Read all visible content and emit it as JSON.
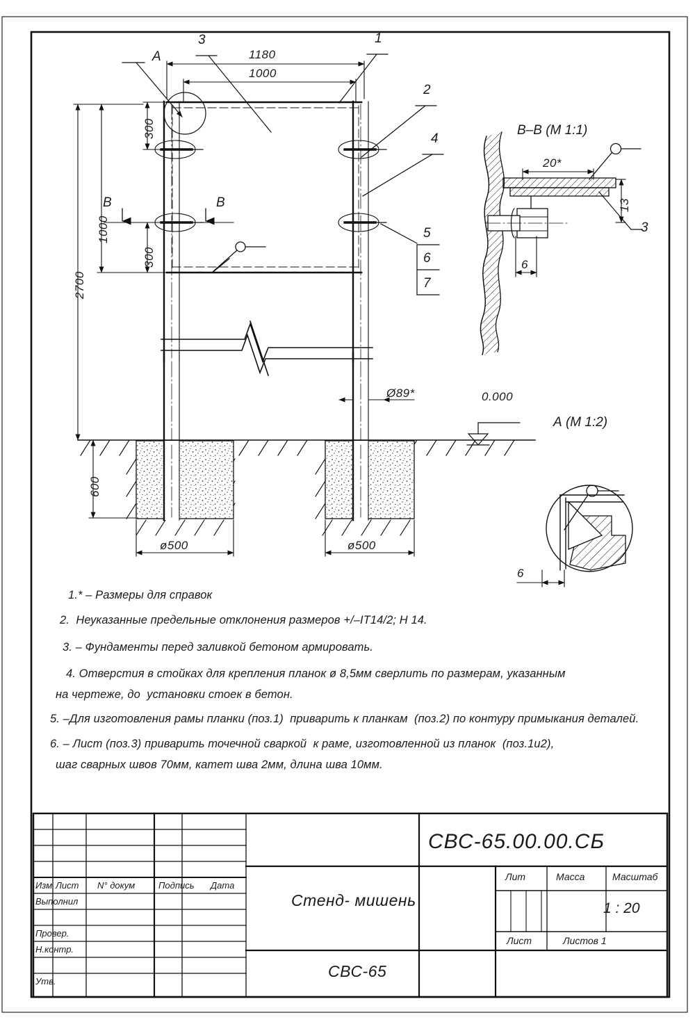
{
  "document": {
    "designation": "СВС-65.00.00.СБ",
    "title": "Стенд- мишень",
    "product_code": "СВС-65",
    "scale": "1 : 20",
    "sheets_total": "Листов 1"
  },
  "views": {
    "main": {
      "label": ""
    },
    "section_bb": {
      "label": "В–В (М 1:1)"
    },
    "detail_a": {
      "label": "А (М 1:2)"
    },
    "section_mark_left": "В",
    "section_mark_right": "В",
    "detail_mark_a": "А",
    "ground_level": "0.000"
  },
  "dimensions": {
    "width_outer": "1180",
    "width_inner": "1000",
    "height_total": "2700",
    "height_frame": "1000",
    "spacing_top": "300",
    "spacing_bottom": "300",
    "foundation_depth": "600",
    "foundation_dia_left": "ø500",
    "foundation_dia_right": "ø500",
    "post_dia": "Ø89*",
    "bb_len": "20*",
    "bb_height": "13",
    "bb_thick": "6",
    "detail_a_thick": "6"
  },
  "callouts": {
    "pos1": "1",
    "pos2": "2",
    "pos3": "3",
    "pos4": "4",
    "pos5": "5",
    "pos6": "6",
    "pos7": "7",
    "bb_pos3": "3"
  },
  "notes": [
    "1.* – Размеры для справок",
    "2.  Неуказанные предельные отклонения размеров +/–IT14/2; Н 14.",
    "3. – Фундаменты перед заливкой бетоном армировать.",
    "4. Отверстия в стойках для крепления планок ø 8,5мм сверлить по размерам, указанным",
    "на чертеже, до  установки стоек в бетон.",
    "5. –Для изготовления рамы планки (поз.1)  приварить к планкам  (поз.2) по контуру примыкания деталей.",
    "6. – Лист (поз.3) приварить точечной сваркой  к раме, изготовленной из планок  (поз.1и2),",
    "шаг сварных швов 70мм, катет шва 2мм, длина шва 10мм."
  ],
  "title_block": {
    "rev_headers": [
      "Изм",
      "Лист",
      "N° докум",
      "Подпись",
      "Дата"
    ],
    "roles": [
      "Выполнил",
      "",
      "Провер.",
      "Н.контр.",
      "",
      "Утв."
    ],
    "lit_header": "Лит",
    "mass_header": "Масса",
    "scale_header": "Масштаб",
    "sheet_header": "Лист",
    "sheets_header": "Листов 1"
  }
}
